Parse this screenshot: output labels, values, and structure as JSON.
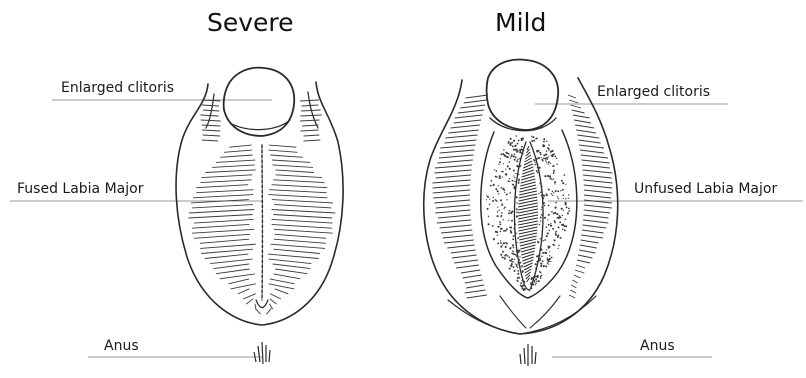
{
  "panels": {
    "left": {
      "title": "Severe",
      "labels": {
        "clitoris": "Enlarged clitoris",
        "labia": "Fused Labia Major",
        "anus": "Anus"
      }
    },
    "right": {
      "title": "Mild",
      "labels": {
        "clitoris": "Enlarged clitoris",
        "labia": "Unfused Labia Major",
        "anus": "Anus"
      }
    }
  },
  "colors": {
    "ink": "#2a2a2a",
    "leader": "#9a9a9a",
    "background": "#ffffff"
  }
}
